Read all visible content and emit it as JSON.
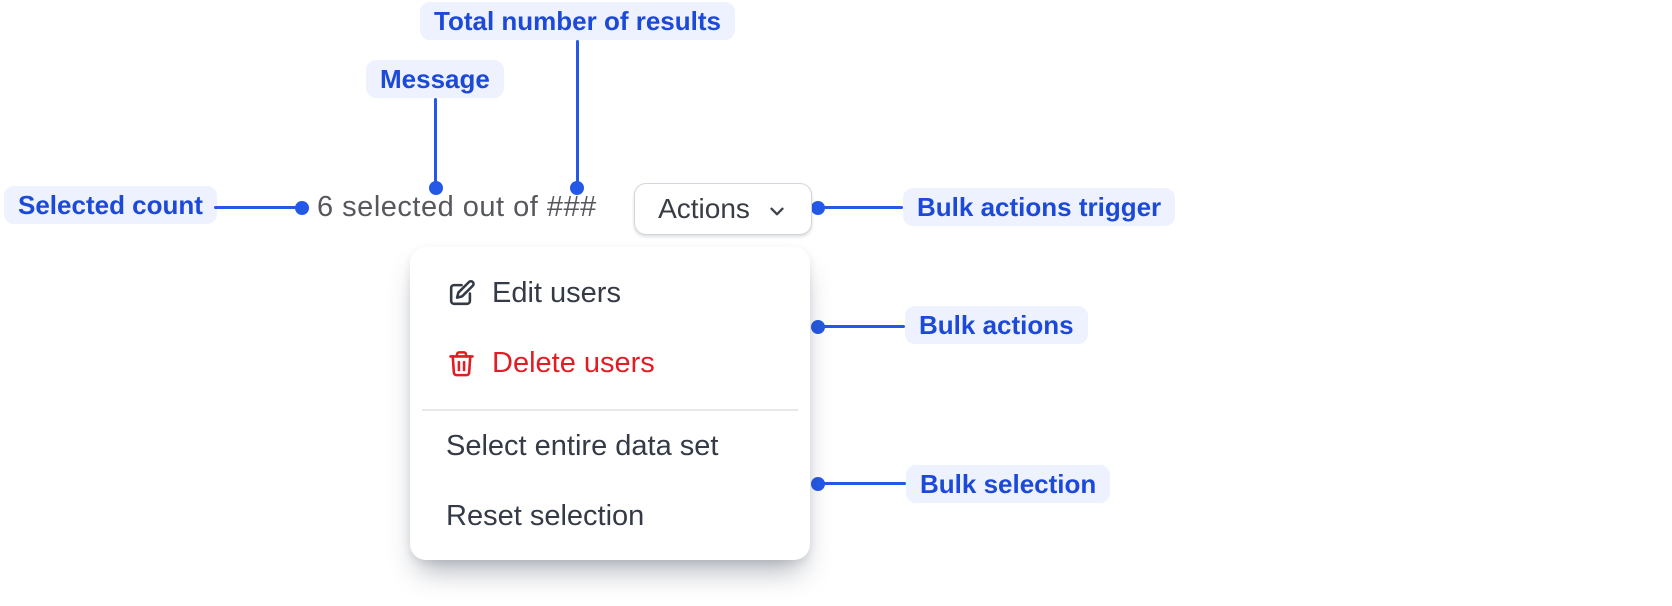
{
  "colors": {
    "accent_blue": "#1d49d8",
    "annotation_bg": "#edf2fe",
    "connector_blue": "#2458e6",
    "destructive_red": "#e11d24",
    "menu_text": "#343a46",
    "muted_text": "#56585d",
    "button_border": "#d2d6dc",
    "divider": "#e7e8ea",
    "surface": "#ffffff"
  },
  "annotations": {
    "total_results": {
      "label": "Total number of results"
    },
    "message": {
      "label": "Message"
    },
    "selected_count": {
      "label": "Selected count"
    },
    "bulk_actions_trigger": {
      "label": "Bulk actions trigger"
    },
    "bulk_actions": {
      "label": "Bulk actions"
    },
    "bulk_selection": {
      "label": "Bulk selection"
    }
  },
  "toolbar": {
    "selection_message": "6 selected out of ###",
    "selected_count_value": "6",
    "total_results_placeholder": "###",
    "actions_button_label": "Actions",
    "chevron_icon": "chevron-down"
  },
  "menu": {
    "items": [
      {
        "label": "Edit users",
        "icon": "pencil-square-icon",
        "variant": "default"
      },
      {
        "label": "Delete users",
        "icon": "trash-icon",
        "variant": "destructive"
      },
      {
        "label": "Select entire data set",
        "icon": null,
        "variant": "default"
      },
      {
        "label": "Reset selection",
        "icon": null,
        "variant": "default"
      }
    ]
  }
}
